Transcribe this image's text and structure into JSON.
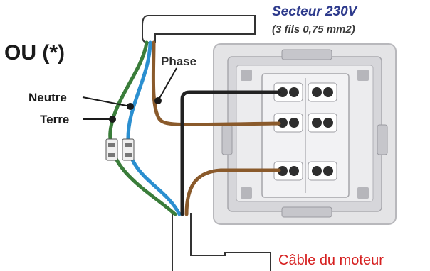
{
  "labels": {
    "ou": "OU (*)",
    "neutre": "Neutre",
    "terre": "Terre",
    "phase": "Phase",
    "secteur": "Secteur 230V",
    "fils": "(3 fils 0,75 mm2)",
    "moteur": "Câble du moteur"
  },
  "colors": {
    "neutral_wire": "#2b8fd0",
    "earth_wire": "#3a7d3a",
    "phase_wire": "#8a5a2b",
    "motor_wire_black": "#222222",
    "secteur_text": "#2d3a8c",
    "moteur_text": "#d62020"
  }
}
